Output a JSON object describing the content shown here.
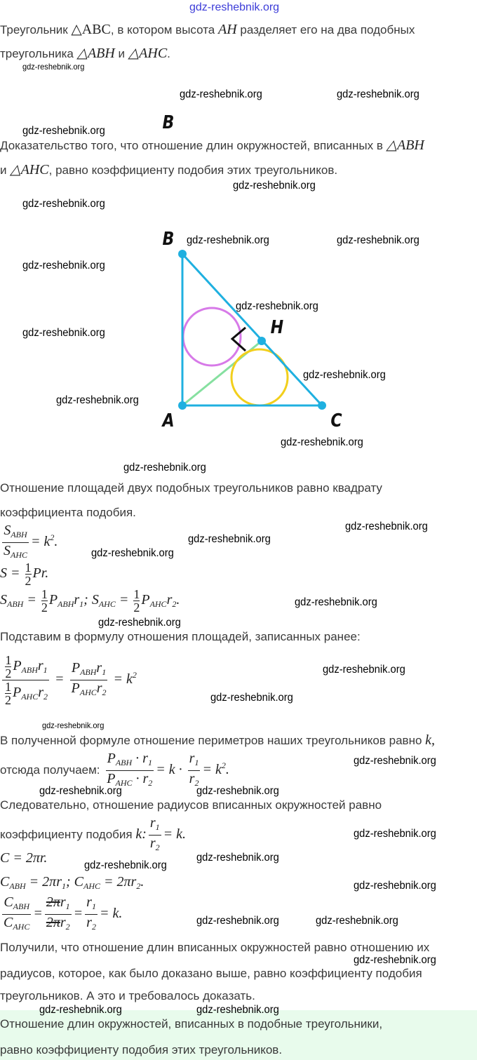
{
  "header": {
    "site_link": "gdz-reshebnik.org"
  },
  "watermark": "gdz-reshebnik.org",
  "given": {
    "line1_a": "Треугольник ",
    "line1_tri": "△ABC",
    "line1_b": ", в котором высота ",
    "line1_ah": "AH",
    "line1_c": " разделяет его на два подобных",
    "line2_a": "треугольника ",
    "line2_t1": "△ABH",
    "line2_b": " и ",
    "line2_t2": "△AHC",
    "line2_c": "."
  },
  "stray_label": "B",
  "prove": {
    "line1_a": "Доказательство того, что отношение длин окружностей, вписанных в ",
    "line1_t": "△ABH",
    "line2_a": "и ",
    "line2_t": "△AHC",
    "line2_b": ", равно коэффициенту подобия этих треугольников."
  },
  "diagram": {
    "labels": {
      "B": "B",
      "H": "H",
      "A": "A",
      "C": "C"
    },
    "colors": {
      "triangle": "#1fb0e0",
      "altitude": "#86e0a0",
      "circle_abh": "#d77ae8",
      "circle_ahc": "#f2cf1c",
      "right_angle": "#111111"
    }
  },
  "solution": {
    "p_area": [
      "Отношение площадей двух подобных треугольников равно квадрату",
      "коэффициента подобия."
    ],
    "f1": {
      "num": "S",
      "num_sub": "ABH",
      "den": "S",
      "den_sub": "AHC",
      "rhs": "= k",
      "rhs_sup": "2",
      "end": "."
    },
    "f2": {
      "lhs": "S = ",
      "one": "1",
      "two": "2",
      "rhs": "Pr."
    },
    "f3": {
      "a": "S",
      "a_sub": "ABH",
      "eq": " = ",
      "one": "1",
      "two": "2",
      "p": "P",
      "p1_sub": "ABH",
      "r1": "r",
      "r1_sub": "1",
      "semi": "; ",
      "b": "S",
      "b_sub": "AHC",
      "p2_sub": "AHC",
      "r2": "r",
      "r2_sub": "2",
      "end": "."
    },
    "p_subst": "Подставим в формулу отношения площадей, записанных ранее:",
    "f4": {
      "one": "1",
      "two": "2",
      "p": "P",
      "abh": "ABH",
      "ahc": "AHC",
      "r": "r",
      "s1": "1",
      "s2": "2",
      "eq": "=",
      "k": "k",
      "sup": "2"
    },
    "p_perim": "В полученной формуле отношение периметров наших треугольников равно ",
    "p_perim_k": "k,",
    "p_hence": "отсюда получаем: ",
    "f5": {
      "p": "P",
      "abh": "ABH",
      "ahc": "AHC",
      "dot_r": " · r",
      "s1": "1",
      "s2": "2",
      "mid": "= k · ",
      "r": "r",
      "end": "= k",
      "sup": "2",
      "dot": "."
    },
    "p_radii": [
      "Следовательно, отношение радиусов вписанных окружностей равно",
      "коэффициенту подобия "
    ],
    "p_radii_k": "k:",
    "f6": {
      "r": "r",
      "s1": "1",
      "s2": "2",
      "end": "= k."
    },
    "f7": "C = 2πr.",
    "f8": {
      "c": "C",
      "abh": "ABH",
      "ahc": "AHC",
      "eq1": " = 2πr",
      "s1": "1",
      "semi": "; ",
      "eq2": " = 2πr",
      "s2": "2",
      "end": "."
    },
    "f9": {
      "c": "C",
      "abh": "ABH",
      "ahc": "AHC",
      "twopi": "2π",
      "r": "r",
      "s1": "1",
      "s2": "2",
      "eq": "=",
      "end": "= k."
    },
    "conclusion": [
      "Получили, что отношение длин вписанных окружностей равно отношению их",
      "радиусов, которое, как было доказано выше, равно коэффициенту подобия",
      "треугольников. А это и требовалось доказать."
    ]
  },
  "answer": [
    "Отношение длин окружностей, вписанных в подобные треугольники,",
    "равно коэффициенту подобия этих треугольников."
  ]
}
